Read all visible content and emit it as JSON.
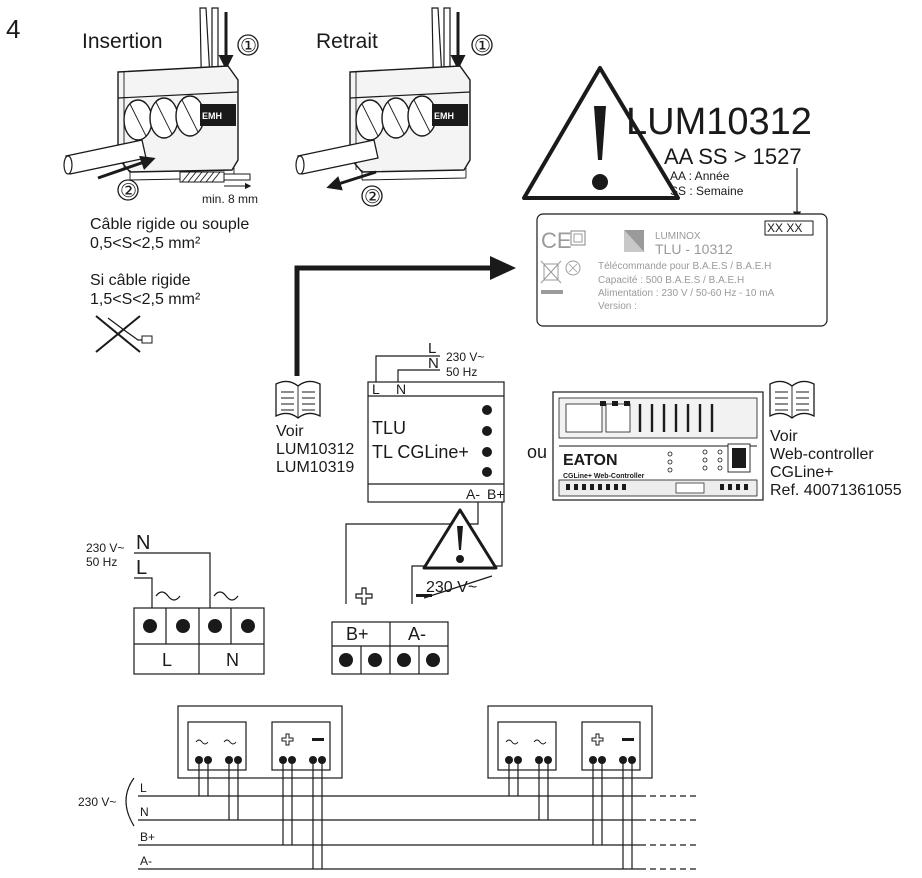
{
  "step_number": "4",
  "insertion": {
    "title": "Insertion",
    "step1": "①",
    "step2": "②",
    "strip_length": "min. 8 mm"
  },
  "retrait": {
    "title": "Retrait",
    "step1": "①",
    "step2": "②"
  },
  "cable": {
    "line1": "Câble rigide ou souple",
    "line2": "0,5<S<2,5 mm²",
    "rigid_line1": "Si câble rigide",
    "rigid_line2": "1,5<S<2,5 mm²"
  },
  "warning": {
    "model": "LUM10312",
    "code": "AA SS > 1527",
    "legend_aa": "AA : Année",
    "legend_ss": "SS : Semaine"
  },
  "product_label": {
    "ce_mark": "CE",
    "date_box": "XX XX",
    "brand": "LUMINOX",
    "model": "TLU - 10312",
    "line1": "Télécommande pour B.A.E.S / B.A.E.H",
    "line2": "Capacité : 500 B.A.E.S / B.A.E.H",
    "line3": "Alimentation : 230 V / 50-60 Hz - 10 mA",
    "line4": "Version :"
  },
  "module": {
    "power_l": "L",
    "power_n": "N",
    "supply_voltage": "230 V~",
    "supply_freq": "50 Hz",
    "term_l": "L",
    "term_n": "N",
    "name1": "TLU",
    "name2": "TL CGLine+",
    "term_a": "A-",
    "term_b": "B+"
  },
  "see_left": {
    "voir": "Voir",
    "ref1": "LUM10312",
    "ref2": "LUM10319"
  },
  "ou": "ou",
  "controller": {
    "brand": "EATON",
    "subtitle": "CGLine+ Web-Controller"
  },
  "see_right": {
    "voir": "Voir",
    "line1": "Web-controller",
    "line2": "CGLine+",
    "ref": "Ref. 40071361055"
  },
  "power_block": {
    "voltage": "230 V~",
    "freq": "50 Hz",
    "wire_n": "N",
    "wire_l": "L",
    "cell_l": "L",
    "cell_n": "N"
  },
  "bus_block": {
    "cell_b": "B+",
    "cell_a": "A-",
    "no_voltage": "230 V~"
  },
  "wiring": {
    "voltage": "230 V~",
    "line_l": "L",
    "line_n": "N",
    "line_b": "B+",
    "line_a": "A-"
  }
}
